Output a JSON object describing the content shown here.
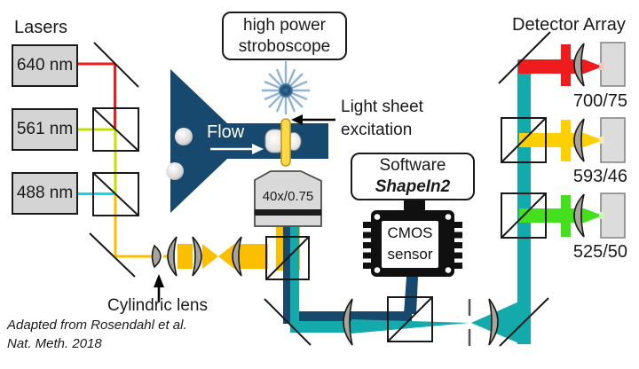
{
  "lasers": {
    "title": "Lasers",
    "items": [
      {
        "label": "640 nm",
        "beam_color": "#ee1c1c"
      },
      {
        "label": "561 nm",
        "beam_color": "#c3e100"
      },
      {
        "label": "488 nm",
        "beam_color": "#00dff2"
      }
    ]
  },
  "stroboscope": {
    "line1": "high power",
    "line2": "stroboscope"
  },
  "flow_cell": {
    "flow_label": "Flow"
  },
  "light_sheet": {
    "line1": "Light sheet",
    "line2": "excitation"
  },
  "software": {
    "line1": "Software",
    "line2": "ShapeIn2"
  },
  "cmos": {
    "line1": "CMOS",
    "line2": "sensor"
  },
  "detector_array": {
    "title": "Detector Array",
    "filters": [
      {
        "label": "700/75",
        "color": "#ee1c1c",
        "glow": "#f4c9c2"
      },
      {
        "label": "593/46",
        "color": "#ffd000",
        "glow": "#f8e7b0"
      },
      {
        "label": "525/50",
        "color": "#44e01e",
        "glow": "#d2f4be"
      }
    ]
  },
  "objective": {
    "label": "40x/0.75"
  },
  "cylindric_lens": {
    "label": "Cylindric lens"
  },
  "credit": {
    "line1": "Adapted from Rosendahl et al.",
    "line2": "Nat. Meth. 2018"
  },
  "colors": {
    "excitation_gold": "#fcbf00",
    "imaging_navy": "#17486d",
    "fluorescence_teal": "#14a9ab",
    "channel_navy": "#17486d",
    "light_sheet_yellow": "#ffd84a",
    "strobe_ray_blue": "#92b3d4",
    "lens_gray": "#a8a49b",
    "detector_gray": "#dcdcdc"
  }
}
